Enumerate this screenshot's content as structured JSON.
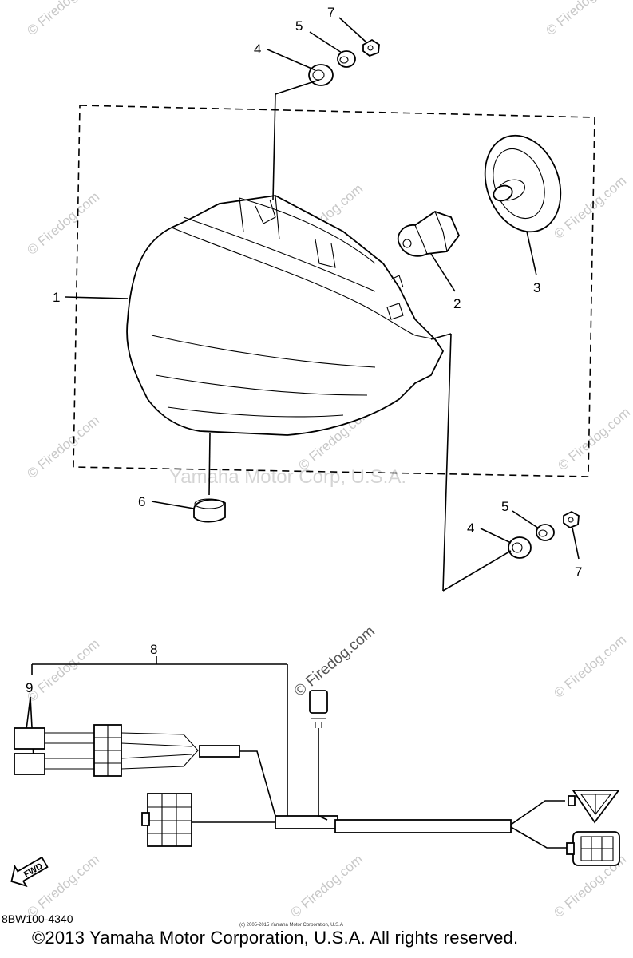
{
  "diagram": {
    "part_code": "8BW100-4340",
    "copyright": "©2013 Yamaha Motor Corporation, U.S.A. All rights reserved.",
    "small_copyright": "(c) 2005-2015 Yamaha Motor Corporation, U.S.A",
    "faint_watermark": "Yamaha Motor Corp, U.S.A.",
    "watermark": "© Firedog.com",
    "dark_watermark": "© Firedog.com",
    "fwd_label": "FWD",
    "callouts": {
      "c1": "1",
      "c2": "2",
      "c3": "3",
      "c4_top": "4",
      "c5_top": "5",
      "c7_top": "7",
      "c6": "6",
      "c4_bottom": "4",
      "c5_bottom": "5",
      "c7_bottom": "7",
      "c8": "8",
      "c9": "9"
    }
  }
}
